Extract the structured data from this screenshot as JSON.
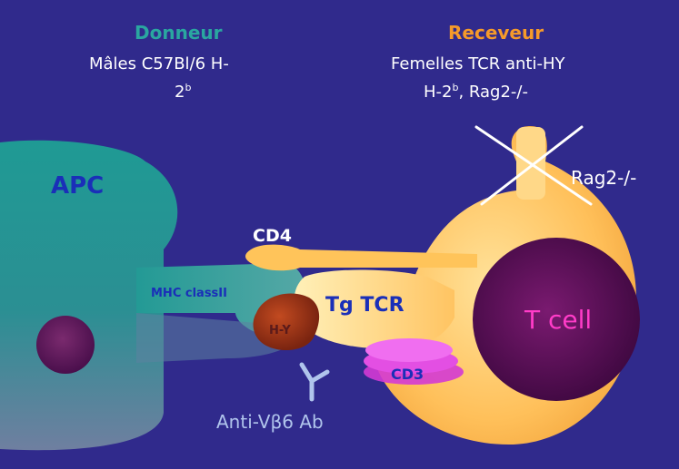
{
  "donneur": {
    "title": "Donneur",
    "line1": "Mâles C57Bl/6 H-",
    "line2_main": "2",
    "line2_sup": "b"
  },
  "receveur": {
    "title": "Receveur",
    "line1": "Femelles TCR anti-HY",
    "line2_pre": "H-2",
    "line2_sup": "b",
    "line2_post": ", Rag2-/-"
  },
  "labels": {
    "apc": "APC",
    "mhc": "MHC classII",
    "hy": "H-Y",
    "cd4": "CD4",
    "tcr": "Tg TCR",
    "tcell": "T cell",
    "cd3": "CD3",
    "rag": "Rag2-/-",
    "antibody": "Anti-Vβ6 Ab"
  },
  "colors": {
    "background": "#302a8c",
    "donneur_title": "#2aa7a0",
    "receveur_title": "#f59a2a",
    "apc_label": "#1a2fb8",
    "tcell_label": "#ff3cc8",
    "cd3_fill": "#d43ad4"
  }
}
